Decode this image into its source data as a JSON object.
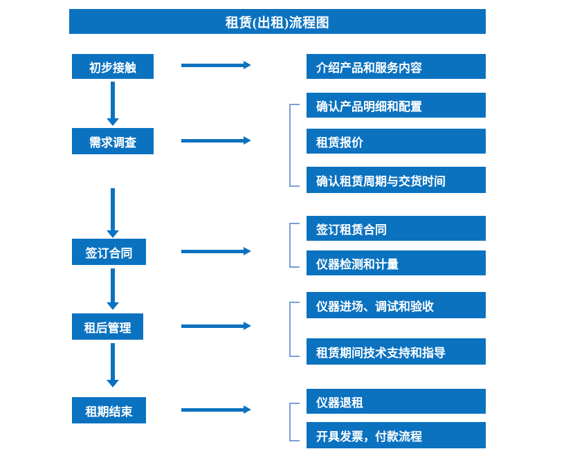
{
  "diagram": {
    "title": "租赁(出租)流程图",
    "colors": {
      "box_fill": "#0b72c0",
      "box_text": "#ffffff",
      "arrow": "#0b72c0",
      "bracket": "#7a9ed2",
      "background": "#ffffff"
    },
    "stages": [
      {
        "id": "stage-1",
        "label": "初步接触",
        "arrow_label": "right-arrow",
        "details": [
          "介绍产品和服务内容"
        ],
        "bracketed": false
      },
      {
        "id": "stage-2",
        "label": "需求调查",
        "arrow_label": "right-arrow",
        "details": [
          "确认产品明细和配置",
          "租赁报价",
          "确认租赁周期与交货时间"
        ],
        "bracketed": true
      },
      {
        "id": "stage-3",
        "label": "签订合同",
        "arrow_label": "right-arrow",
        "details": [
          "签订租赁合同",
          "仪器检测和计量"
        ],
        "bracketed": true
      },
      {
        "id": "stage-4",
        "label": "租后管理",
        "arrow_label": "right-arrow",
        "details": [
          "仪器进场、调试和验收",
          "租赁期间技术支持和指导"
        ],
        "bracketed": true
      },
      {
        "id": "stage-5",
        "label": "租期结束",
        "arrow_label": "right-arrow",
        "details": [
          "仪器退租",
          "开具发票，付款流程"
        ],
        "bracketed": true
      }
    ],
    "flow_connectors": [
      "初步接触 → 需求调查",
      "需求调查 → 签订合同",
      "签订合同 → 租后管理",
      "租后管理 → 租期结束"
    ]
  }
}
